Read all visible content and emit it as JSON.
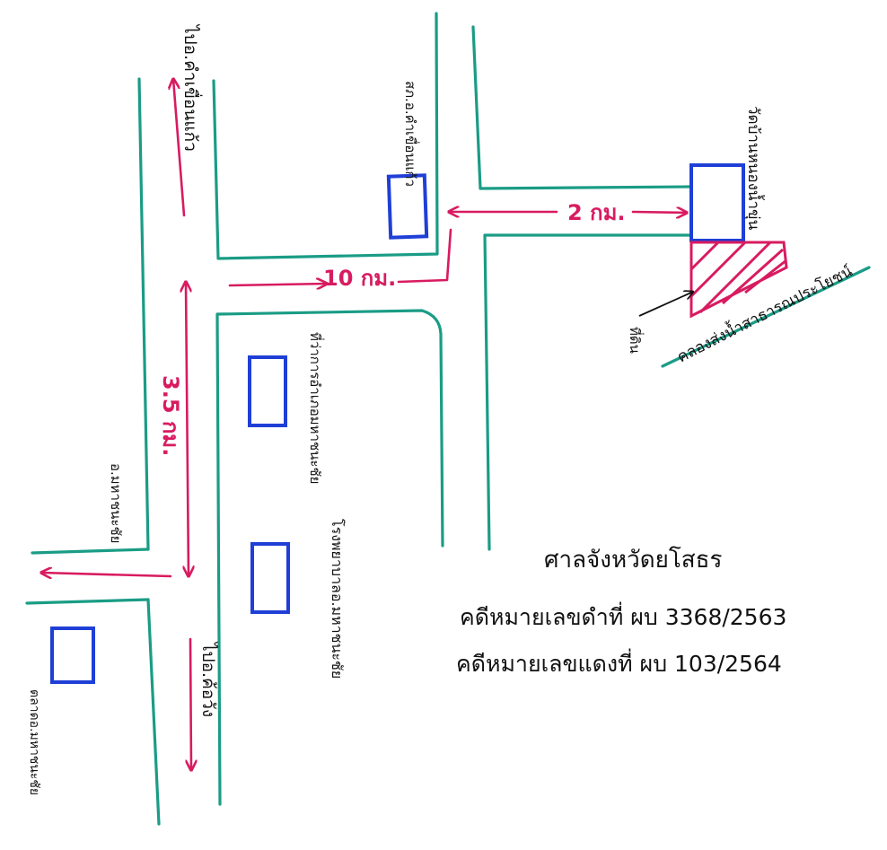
{
  "labels": {
    "to_amphoe_top": "ไปอ.คำเขื่อนแก้ว",
    "police_station": "สภ.อ.คำเขื่อนแก้ว",
    "temple_target": "วัดบ้านหนองน้ำขุ่น",
    "canal": "คลองส่งน้ำสาธารณประโยชน์",
    "land_label": "ที่ดิน",
    "district_office": "ที่ว่าการอำเภอมหาชนะชัย",
    "hospital": "โรงพยาบาลอ.มหาชนะชัย",
    "to_amphoe_left": "อ.มหาชนะชัย",
    "market": "ตลาดอ.มหาชนะชัย",
    "to_amphoe_bottom": "ไปอ.ค้อวัง"
  },
  "distances": {
    "main_road": "3.5 กม.",
    "middle_road": "10 กม.",
    "east_road": "2 กม."
  },
  "case_info": {
    "court": "ศาลจังหวัดยโสธร",
    "black_case": "คดีหมายเลขดำที่ ผบ 3368/2563",
    "red_case": "คดีหมายเลขแดงที่ ผบ 103/2564"
  },
  "colors": {
    "road": "#1a9c86",
    "route": "#d81b60",
    "building": "#1f3fd6"
  }
}
